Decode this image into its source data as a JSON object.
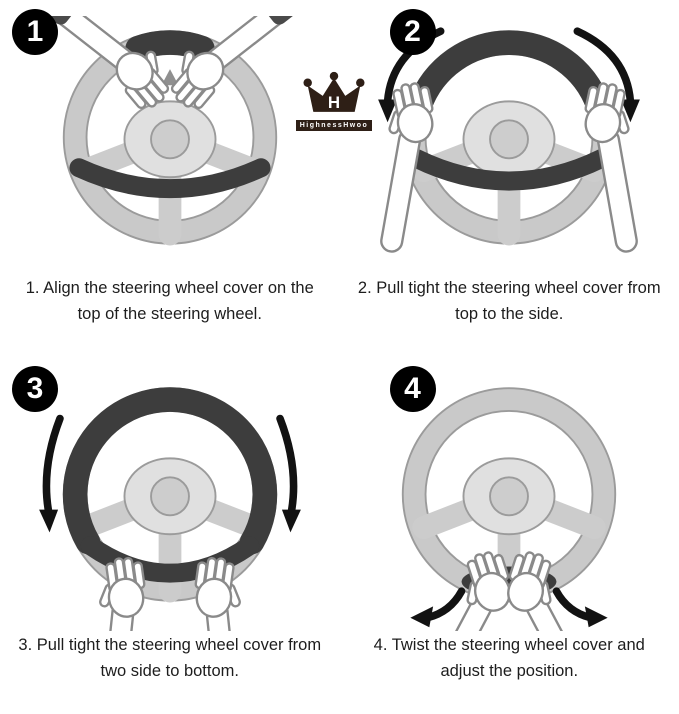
{
  "logo": {
    "crown_letter": "H",
    "brand": "HighnessHwoo"
  },
  "steps": [
    {
      "number": "1",
      "caption": "1. Align the steering wheel cover on the top of the steering wheel."
    },
    {
      "number": "2",
      "caption": "2. Pull tight the steering wheel cover from top to the side."
    },
    {
      "number": "3",
      "caption": "3. Pull tight the steering wheel cover from two side to bottom."
    },
    {
      "number": "4",
      "caption": "4. Twist the steering wheel cover and adjust the position."
    }
  ],
  "colors": {
    "cover": "#3d3d3d",
    "wheel_rim": "#c9c9c9",
    "badge_bg": "#000000",
    "badge_text": "#ffffff",
    "crown": "#2e1f16"
  }
}
